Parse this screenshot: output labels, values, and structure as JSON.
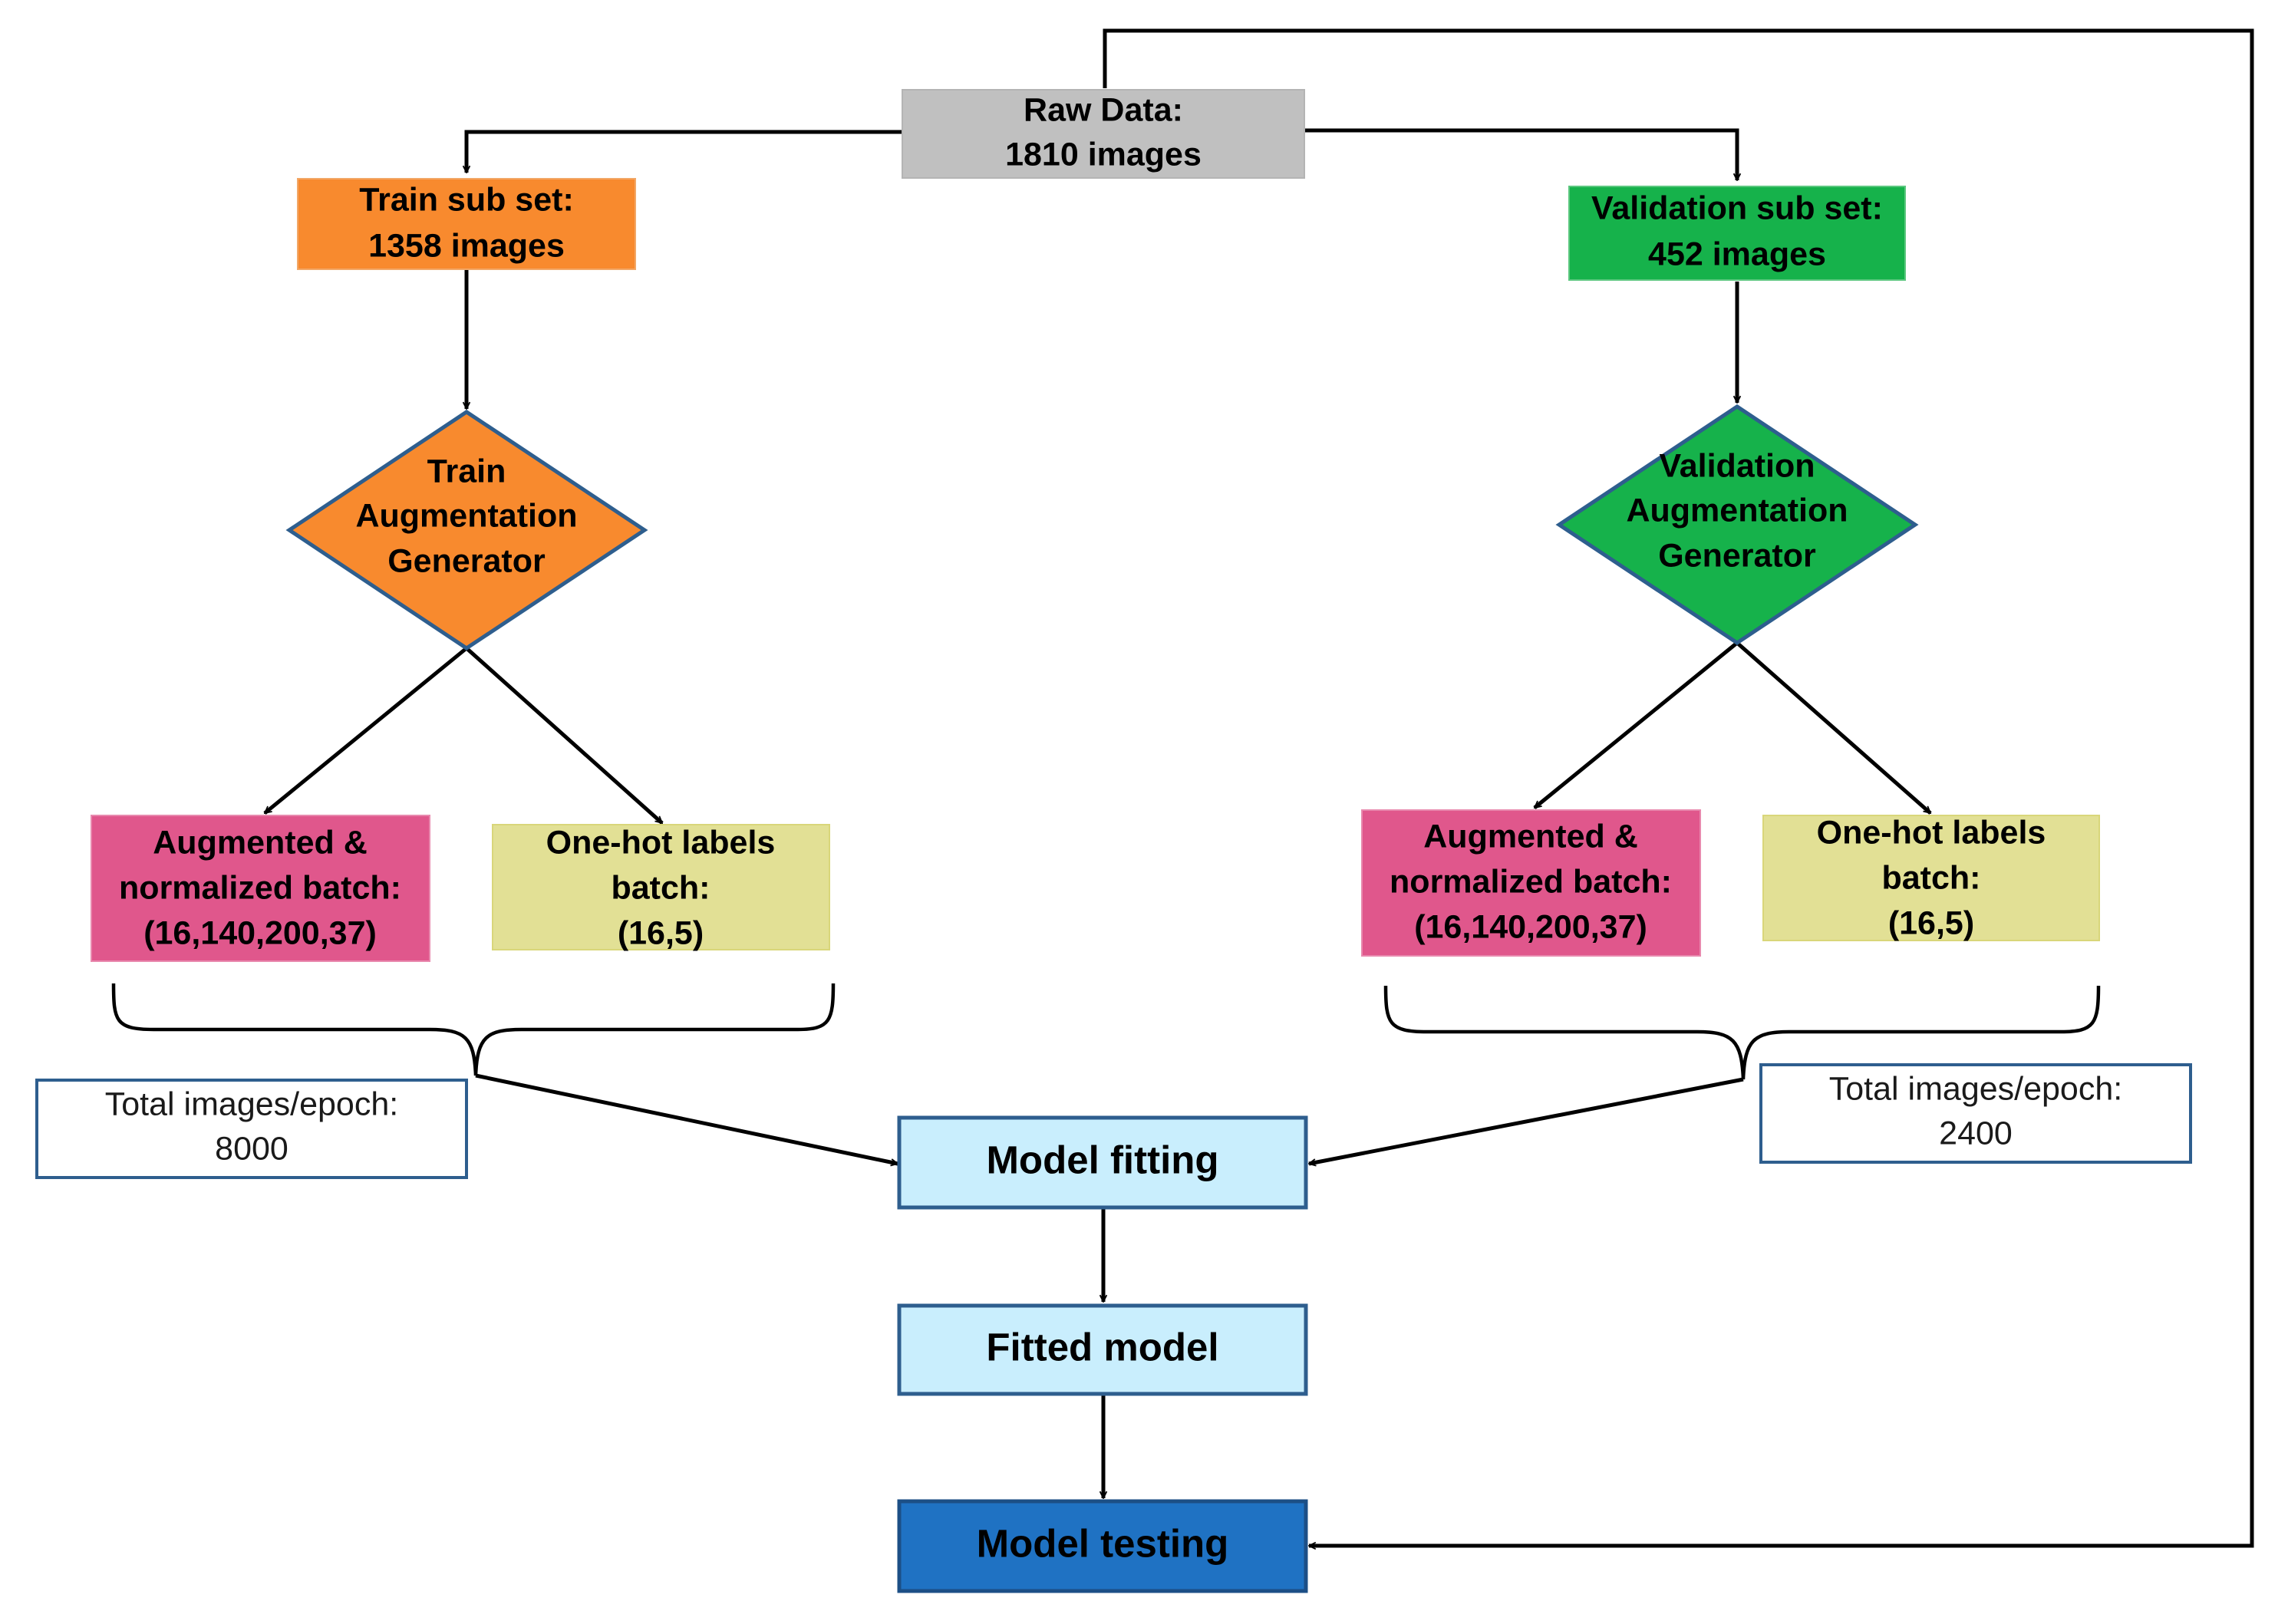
{
  "nodes": {
    "raw_data": {
      "line1": "Raw Data:",
      "line2": "1810 images",
      "fill": "#C0C0C0"
    },
    "train_subset": {
      "line1": "Train sub set:",
      "line2": "1358 images",
      "fill": "#F88A2E"
    },
    "validation_subset": {
      "line1": "Validation sub set:",
      "line2": "452 images",
      "fill": "#16B24B"
    },
    "train_generator": {
      "line1": "Train",
      "line2": "Augmentation",
      "line3": "Generator",
      "fill": "#F88A2E"
    },
    "validation_generator": {
      "line1": "Validation",
      "line2": "Augmentation",
      "line3": "Generator",
      "fill": "#16B24B"
    },
    "train_batch": {
      "line1": "Augmented &",
      "line2": "normalized batch:",
      "line3": "(16,140,200,37)",
      "fill": "#E0578C"
    },
    "train_labels": {
      "line1": "One-hot labels",
      "line2": "batch:",
      "line3": "(16,5)",
      "fill": "#E2E095"
    },
    "validation_batch": {
      "line1": "Augmented &",
      "line2": "normalized batch:",
      "line3": "(16,140,200,37)",
      "fill": "#E0578C"
    },
    "validation_labels": {
      "line1": "One-hot labels",
      "line2": "batch:",
      "line3": "(16,5)",
      "fill": "#E2E095"
    },
    "train_total": {
      "line1": "Total images/epoch:",
      "line2": "8000"
    },
    "validation_total": {
      "line1": "Total images/epoch:",
      "line2": "2400"
    },
    "model_fitting": {
      "label": "Model fitting",
      "fill": "#C9EEFD"
    },
    "fitted_model": {
      "label": "Fitted model",
      "fill": "#C9EEFD"
    },
    "model_testing": {
      "label": "Model testing",
      "fill": "#1F72C3"
    }
  },
  "colors": {
    "diamond_border": "#2E5E8E",
    "box_border_blue": "#2E5E8E",
    "arrow": "#000000"
  }
}
